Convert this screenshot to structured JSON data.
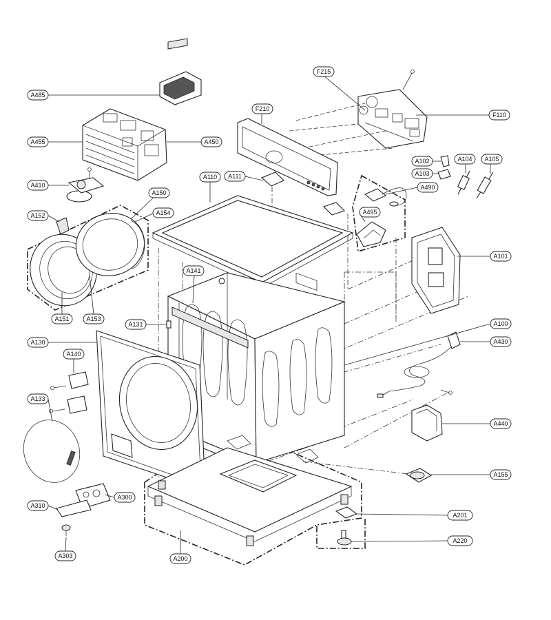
{
  "labels": {
    "A485": "A485",
    "A455": "A455",
    "A450": "A450",
    "A410": "A410",
    "A150": "A150",
    "A152": "A152",
    "A154": "A154",
    "A151": "A151",
    "A153": "A153",
    "A130": "A130",
    "A140": "A140",
    "A133": "A133",
    "A310": "A310",
    "A300": "A300",
    "A303": "A303",
    "A200": "A200",
    "A131": "A131",
    "A141": "A141",
    "A110": "A110",
    "A111": "A111",
    "F210": "F210",
    "F215": "F215",
    "F110": "F110",
    "A102": "A102",
    "A104": "A104",
    "A105": "A105",
    "A103": "A103",
    "A490": "A490",
    "A495": "A495",
    "A101": "A101",
    "A100": "A100",
    "A430": "A430",
    "A440": "A440",
    "A155": "A155",
    "A201": "A201",
    "A220": "A220"
  }
}
